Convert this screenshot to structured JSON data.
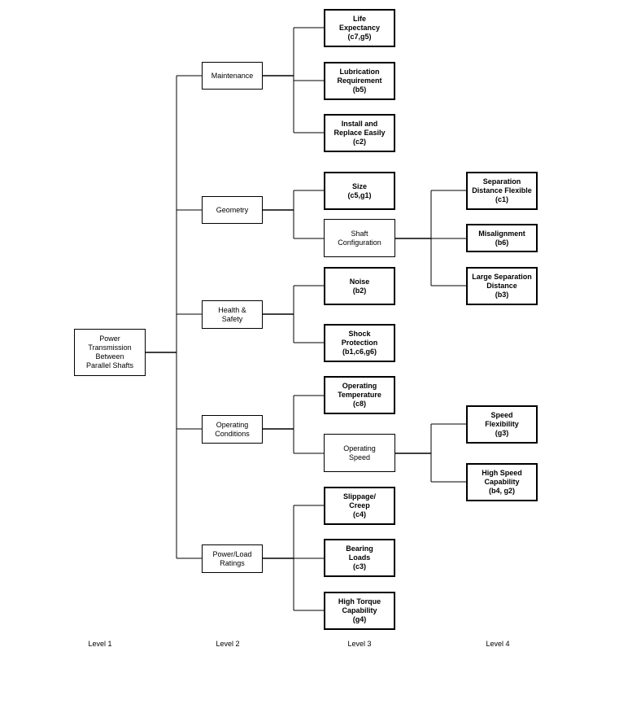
{
  "root": {
    "label": "Power\nTransmission\nBetween\nParallel Shafts"
  },
  "level2": [
    {
      "key": "maintenance",
      "label": "Maintenance"
    },
    {
      "key": "geometry",
      "label": "Geometry"
    },
    {
      "key": "health",
      "label": "Health &\nSafety"
    },
    {
      "key": "operating_conditions",
      "label": "Operating\nConditions"
    },
    {
      "key": "power_load",
      "label": "Power/Load\nRatings"
    }
  ],
  "level3": [
    {
      "key": "life",
      "label": "Life\nExpectancy\n(c7,g5)"
    },
    {
      "key": "lubrication",
      "label": "Lubrication\nRequirement\n(b5)"
    },
    {
      "key": "install",
      "label": "Install and\nReplace Easily\n(c2)"
    },
    {
      "key": "size",
      "label": "Size\n(c5,g1)"
    },
    {
      "key": "shaft_config",
      "label": "Shaft\nConfiguration"
    },
    {
      "key": "noise",
      "label": "Noise\n(b2)"
    },
    {
      "key": "shock",
      "label": "Shock\nProtection\n(b1,c6,g6)"
    },
    {
      "key": "op_temp",
      "label": "Operating\nTemperature\n(c8)"
    },
    {
      "key": "op_speed",
      "label": "Operating\nSpeed"
    },
    {
      "key": "slippage",
      "label": "Slippage/\nCreep\n(c4)"
    },
    {
      "key": "bearing",
      "label": "Bearing\nLoads\n(c3)"
    },
    {
      "key": "torque",
      "label": "High Torque\nCapability\n(g4)"
    }
  ],
  "level4": [
    {
      "key": "sep_flex",
      "label": "Separation\nDistance Flexible\n(c1)"
    },
    {
      "key": "misalign",
      "label": "Misalignment\n(b6)"
    },
    {
      "key": "large_sep",
      "label": "Large Separation\nDistance\n(b3)"
    },
    {
      "key": "speed_flex",
      "label": "Speed\nFlexibility\n(g3)"
    },
    {
      "key": "high_speed",
      "label": "High Speed\nCapability\n(b4, g2)"
    }
  ],
  "levels": [
    "Level 1",
    "Level 2",
    "Level 3",
    "Level 4"
  ]
}
